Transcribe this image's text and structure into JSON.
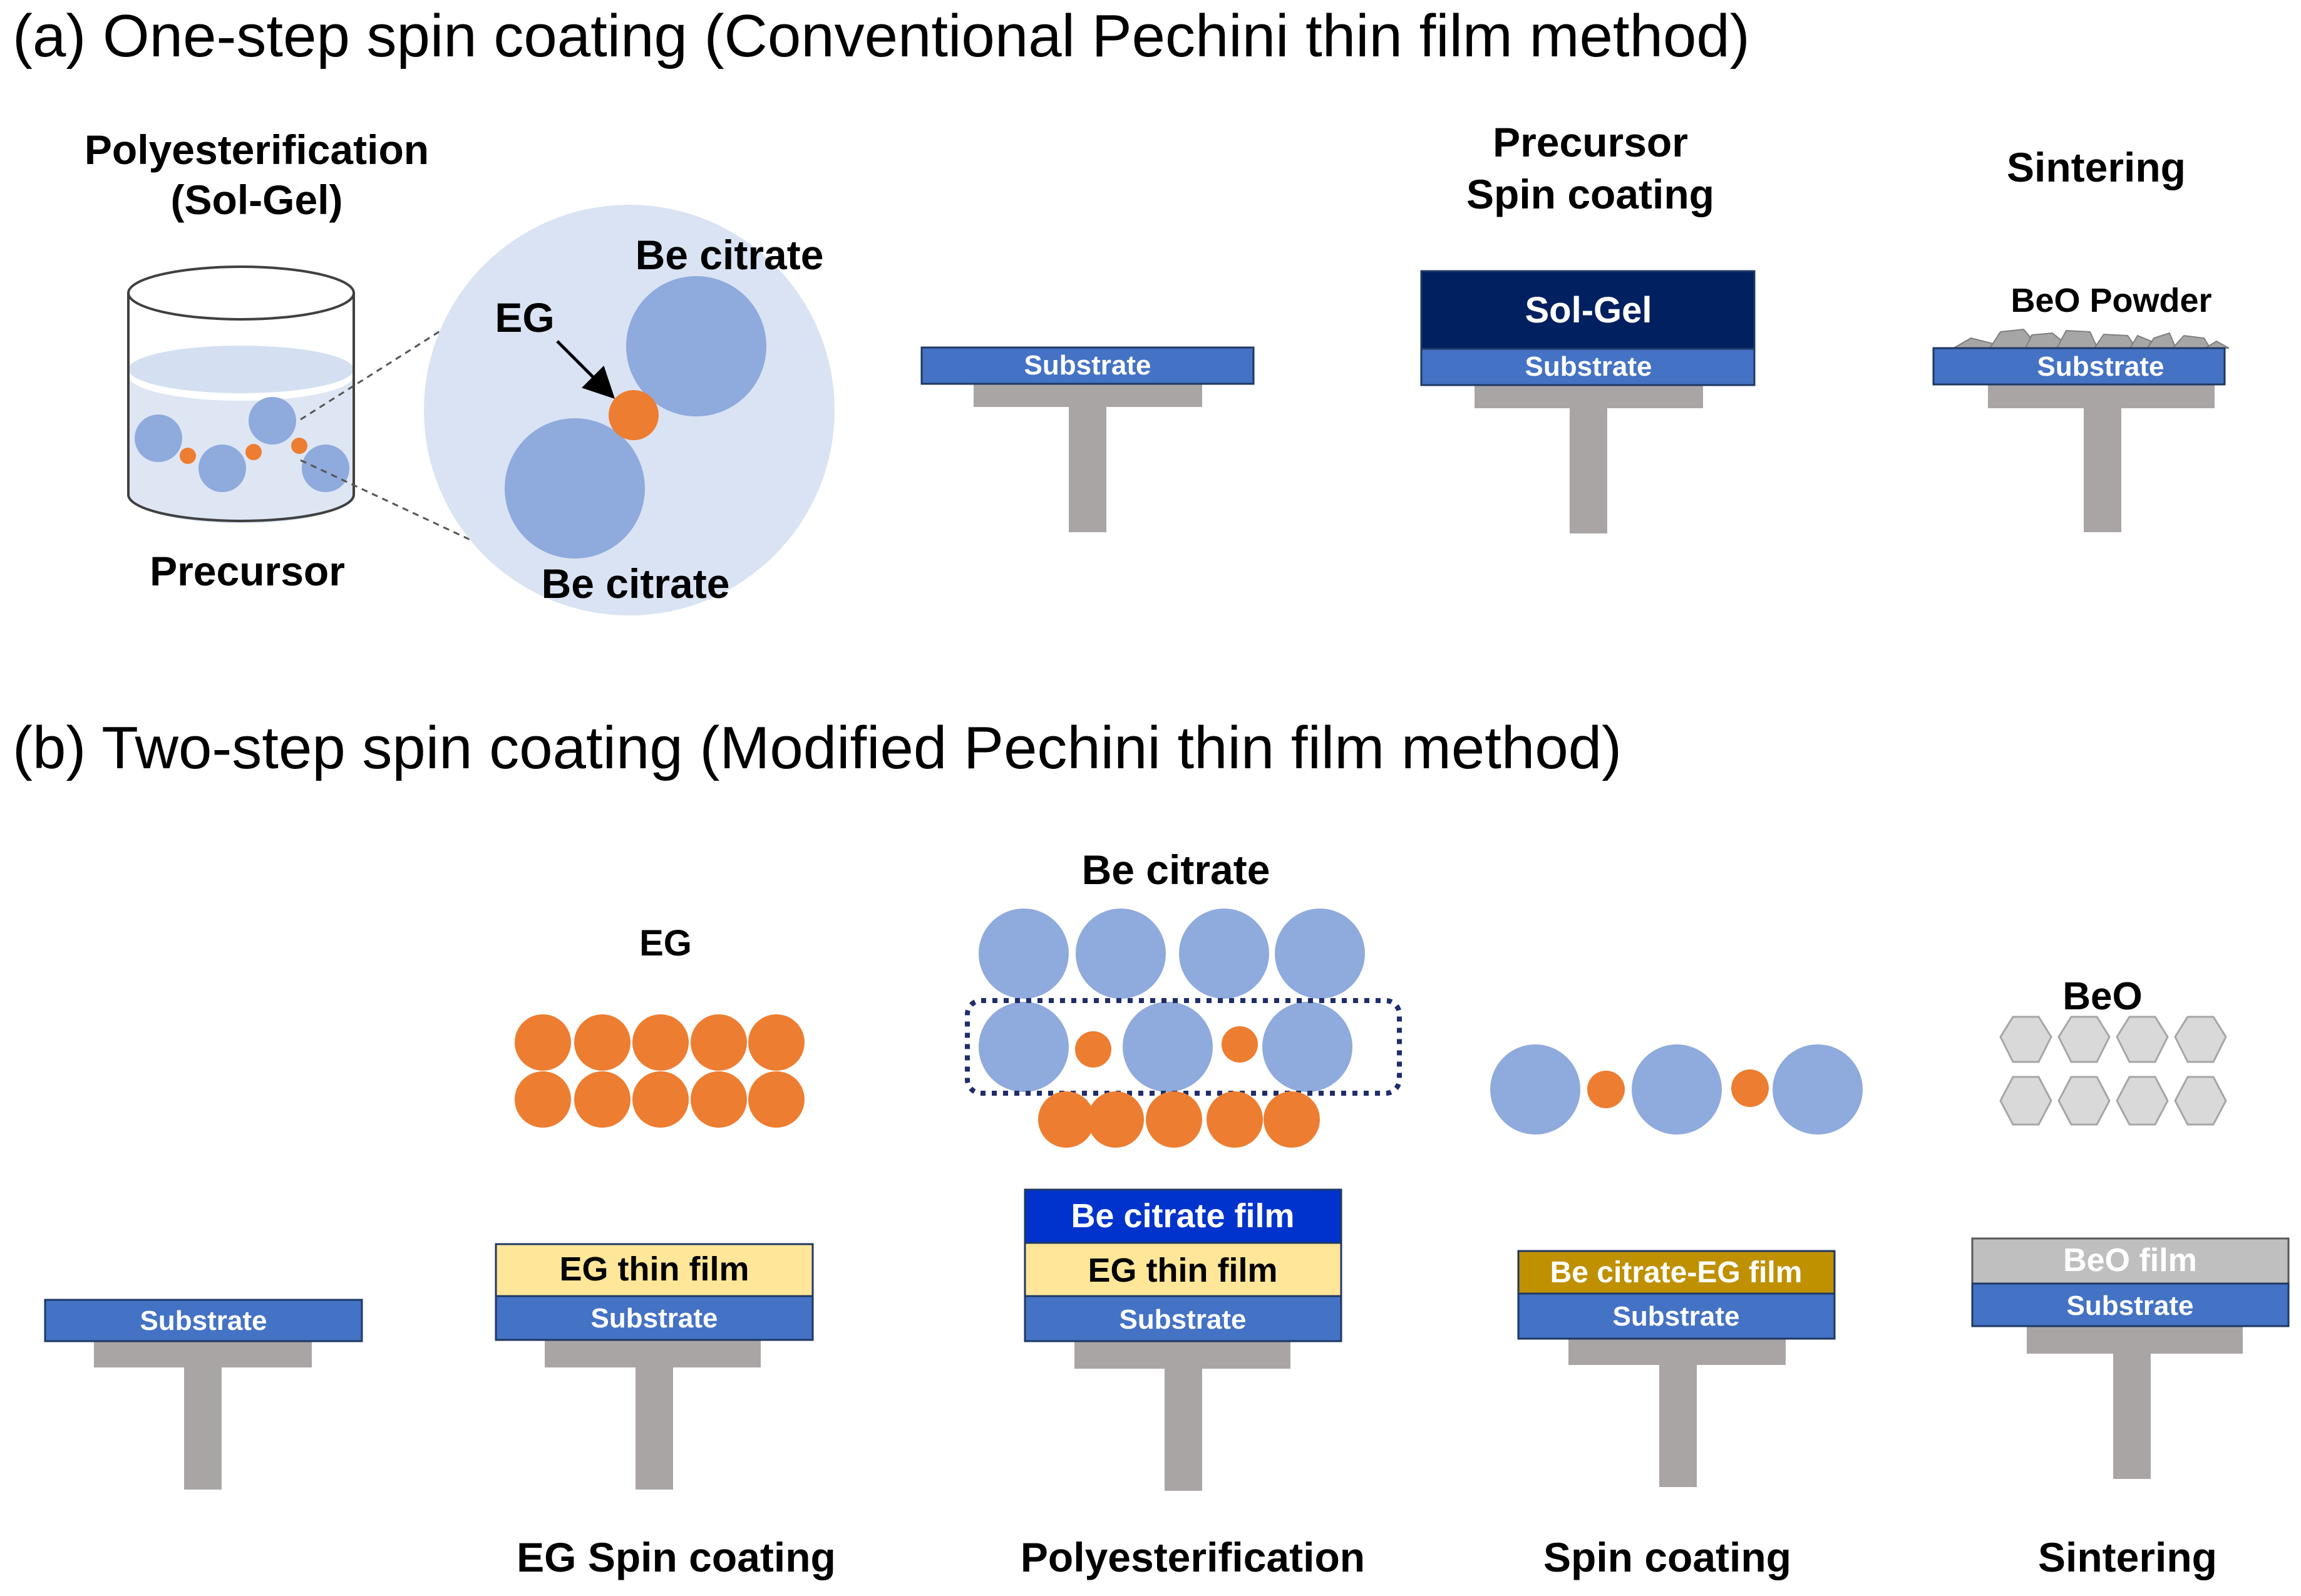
{
  "panel_a": {
    "title": "(a) One-step spin coating (Conventional Pechini thin film method)",
    "polyester_title_line1": "Polyesterification",
    "polyester_title_line2": "(Sol-Gel)",
    "precursor_label": "Precursor",
    "be_citrate_top": "Be citrate",
    "be_citrate_bottom": "Be citrate",
    "eg_label": "EG",
    "substrate_label": "Substrate",
    "step_spin_line1": "Precursor",
    "step_spin_line2": "Spin coating",
    "solgel_label": "Sol-Gel",
    "step_sinter": "Sintering",
    "beo_powder_label": "BeO Powder"
  },
  "panel_b": {
    "title": "(b) Two-step spin coating (Modified Pechini thin film method)",
    "substrate_label": "Substrate",
    "eg_label": "EG",
    "eg_film_label": "EG thin film",
    "be_citrate_label": "Be citrate",
    "be_citrate_film_label": "Be citrate film",
    "mixed_film_label": "Be citrate-EG film",
    "beo_label": "BeO",
    "beo_film_label": "BeO film",
    "step_labels": [
      "EG Spin coating",
      "Polyesterification",
      "Spin coating",
      "Sintering"
    ]
  },
  "colors": {
    "substrate": "#4472c4",
    "holder": "#aaa5a5",
    "be_citrate_particle": "#8faadc",
    "eg_particle": "#ed7d31",
    "solgel_film": "#002060",
    "eg_film": "#ffe699",
    "be_citrate_film": "#0033cc",
    "mixed_film": "#bf9000",
    "beo_film": "#bfbfbf",
    "beo_hex": "#d9d9d9",
    "zoom_circle": "#dae3f3",
    "text": "#000000"
  }
}
